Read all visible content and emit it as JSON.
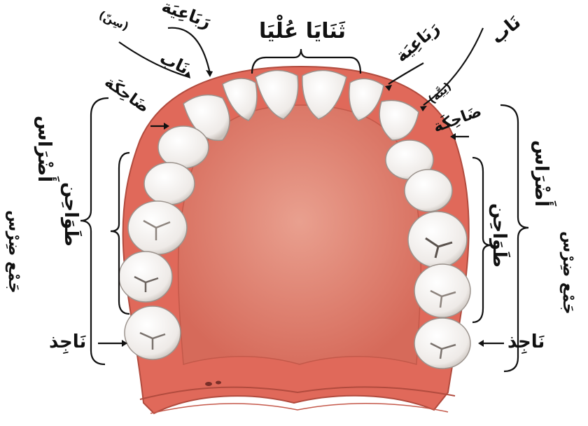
{
  "labels": {
    "upper_incisors": "ثَنَايَا عُلْيَا",
    "lateral_incisor_left": "رَبَاعِيَة",
    "lateral_incisor_right": "رَبَاعِيَة",
    "note_left": "(سِنّ)",
    "note_right": "(نِيَّة)",
    "canine_left": "نَاب",
    "canine_right": "نَاب",
    "premolar_left": "ضَاحِكَة",
    "premolar_right": "ضَاحِكَة",
    "molars_left": "طَوَاحِن",
    "molars_right": "طَوَاحِن",
    "wisdom_left": "نَاجِذ",
    "wisdom_right": "نَاجِذ",
    "group_left": "أَضْرَاس",
    "group_left_sub": "جَمْع ضِرْس",
    "group_right": "أَضْرَاس",
    "group_right_sub": "جَمْع ضِرْس"
  },
  "colors": {
    "gum": "#e46f5f",
    "palate": "#dd7a68",
    "tooth": "#f4f1ee",
    "tooth_shadow": "#cfc9c4",
    "ink": "#111111"
  }
}
